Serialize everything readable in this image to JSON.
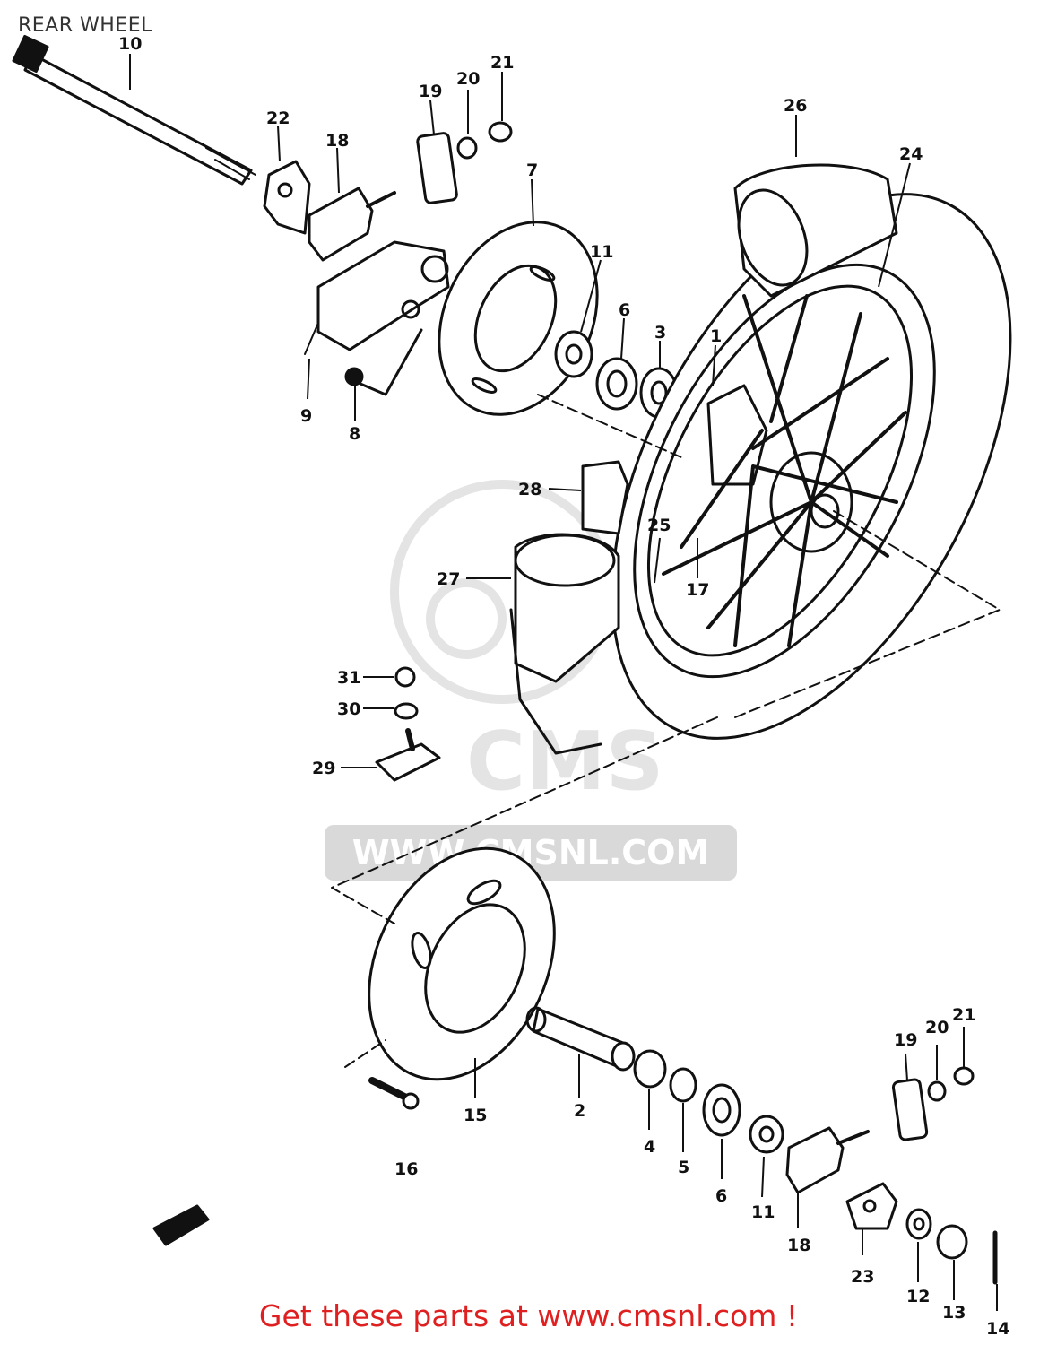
{
  "title": "REAR WHEEL",
  "footer": "Get these parts at www.cmsnl.com !",
  "watermark": {
    "text": "WWW.CMSNL.COM",
    "logo": "CMS"
  },
  "colors": {
    "footer": "#e02020",
    "line": "#111111",
    "watermark": "#d9d9d9"
  },
  "callouts": [
    {
      "id": "c10",
      "text": "10"
    },
    {
      "id": "c22",
      "text": "22"
    },
    {
      "id": "c18a",
      "text": "18"
    },
    {
      "id": "c19a",
      "text": "19"
    },
    {
      "id": "c20a",
      "text": "20"
    },
    {
      "id": "c21a",
      "text": "21"
    },
    {
      "id": "c7",
      "text": "7"
    },
    {
      "id": "c11a",
      "text": "11"
    },
    {
      "id": "c6a",
      "text": "6"
    },
    {
      "id": "c3",
      "text": "3"
    },
    {
      "id": "c1",
      "text": "1"
    },
    {
      "id": "c26",
      "text": "26"
    },
    {
      "id": "c24",
      "text": "24"
    },
    {
      "id": "c9",
      "text": "9"
    },
    {
      "id": "c8",
      "text": "8"
    },
    {
      "id": "c28",
      "text": "28"
    },
    {
      "id": "c27",
      "text": "27"
    },
    {
      "id": "c25",
      "text": "25"
    },
    {
      "id": "c17",
      "text": "17"
    },
    {
      "id": "c31",
      "text": "31"
    },
    {
      "id": "c30",
      "text": "30"
    },
    {
      "id": "c29",
      "text": "29"
    },
    {
      "id": "c15",
      "text": "15"
    },
    {
      "id": "c2",
      "text": "2"
    },
    {
      "id": "c4",
      "text": "4"
    },
    {
      "id": "c5",
      "text": "5"
    },
    {
      "id": "c6b",
      "text": "6"
    },
    {
      "id": "c11b",
      "text": "11"
    },
    {
      "id": "c18b",
      "text": "18"
    },
    {
      "id": "c16",
      "text": "16"
    },
    {
      "id": "c19b",
      "text": "19"
    },
    {
      "id": "c20b",
      "text": "20"
    },
    {
      "id": "c21b",
      "text": "21"
    },
    {
      "id": "c23",
      "text": "23"
    },
    {
      "id": "c12",
      "text": "12"
    },
    {
      "id": "c13",
      "text": "13"
    },
    {
      "id": "c14",
      "text": "14"
    }
  ]
}
